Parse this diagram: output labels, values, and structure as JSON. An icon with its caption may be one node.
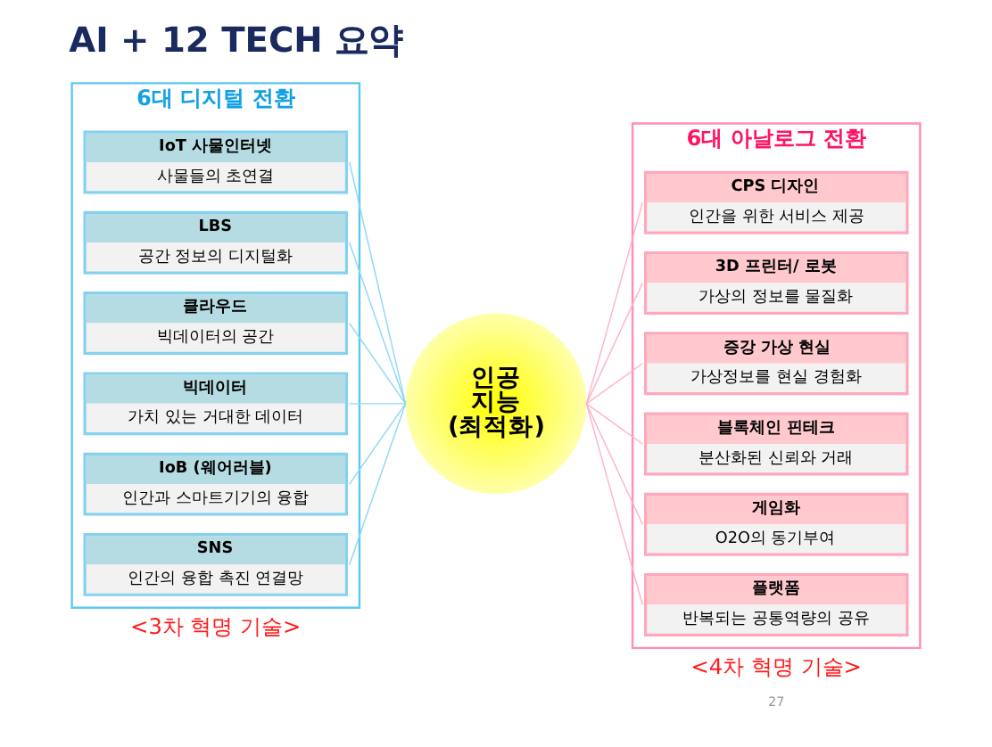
{
  "diagram": {
    "title": "AI + 12 TECH 요약",
    "nodes": [
      {
        "text": [
          "6대 디지털 전환"
        ],
        "beside": [
          "<3차 혁명 기술>"
        ]
      },
      {
        "text": [
          "IoT 사물인터넷",
          "사물들의 초연결"
        ],
        "in": 0
      },
      {
        "text": [
          "LBS",
          "공간 정보의 디지털화"
        ],
        "in": 0
      },
      {
        "text": [
          "클라우드",
          "빅데이터의 공간"
        ],
        "in": 0
      },
      {
        "text": [
          "빅데이터",
          "가치 있는 거대한 데이터"
        ],
        "in": 0
      },
      {
        "text": [
          "IoB (웨어러블)",
          "인간과 스마트기기의 융합"
        ],
        "in": 0
      },
      {
        "text": [
          "SNS",
          "인간의 융합 촉진 연결망"
        ],
        "in": 0
      },
      {
        "text": [
          "인공 지능 (최적화)"
        ]
      },
      {
        "text": [
          "6대 아날로그 전환"
        ],
        "beside": [
          "<4차 혁명 기술>"
        ]
      },
      {
        "text": [
          "CPS 디자인",
          "인간을 위한 서비스 제공"
        ],
        "in": 8
      },
      {
        "text": [
          "3D 프린터/ 로봇",
          "가상의 정보를 물질화"
        ],
        "in": 8
      },
      {
        "text": [
          "증강 가상 현실",
          "가상정보를 현실 경험화"
        ],
        "in": 8
      },
      {
        "text": [
          "블록체인 핀테크",
          "분산화된 신뢰와 거래"
        ],
        "in": 8
      },
      {
        "text": [
          "게임화",
          "O2O의 동기부여"
        ],
        "in": 8
      },
      {
        "text": [
          "플랫폼",
          "반복되는 공통역량의 공유"
        ],
        "in": 8
      }
    ],
    "edges": [
      {
        "from": 1,
        "to": 7,
        "arrow": "none",
        "color": "#8fd8f5"
      },
      {
        "from": 2,
        "to": 7,
        "arrow": "none",
        "color": "#8fd8f5"
      },
      {
        "from": 3,
        "to": 7,
        "arrow": "none",
        "color": "#8fd8f5"
      },
      {
        "from": 4,
        "to": 7,
        "arrow": "none",
        "color": "#8fd8f5"
      },
      {
        "from": 5,
        "to": 7,
        "arrow": "none",
        "color": "#8fd8f5"
      },
      {
        "from": 6,
        "to": 7,
        "arrow": "none",
        "color": "#8fd8f5"
      },
      {
        "from": 7,
        "to": 9,
        "arrow": "none",
        "color": "#ffb3c6"
      },
      {
        "from": 7,
        "to": 10,
        "arrow": "none",
        "color": "#ffb3c6"
      },
      {
        "from": 7,
        "to": 11,
        "arrow": "none",
        "color": "#ffb3c6"
      },
      {
        "from": 7,
        "to": 12,
        "arrow": "none",
        "color": "#ffb3c6"
      },
      {
        "from": 7,
        "to": 13,
        "arrow": "none",
        "color": "#ffb3c6"
      },
      {
        "from": 7,
        "to": 14,
        "arrow": "none",
        "color": "#ffb3c6"
      }
    ],
    "labels": [
      "27"
    ]
  }
}
